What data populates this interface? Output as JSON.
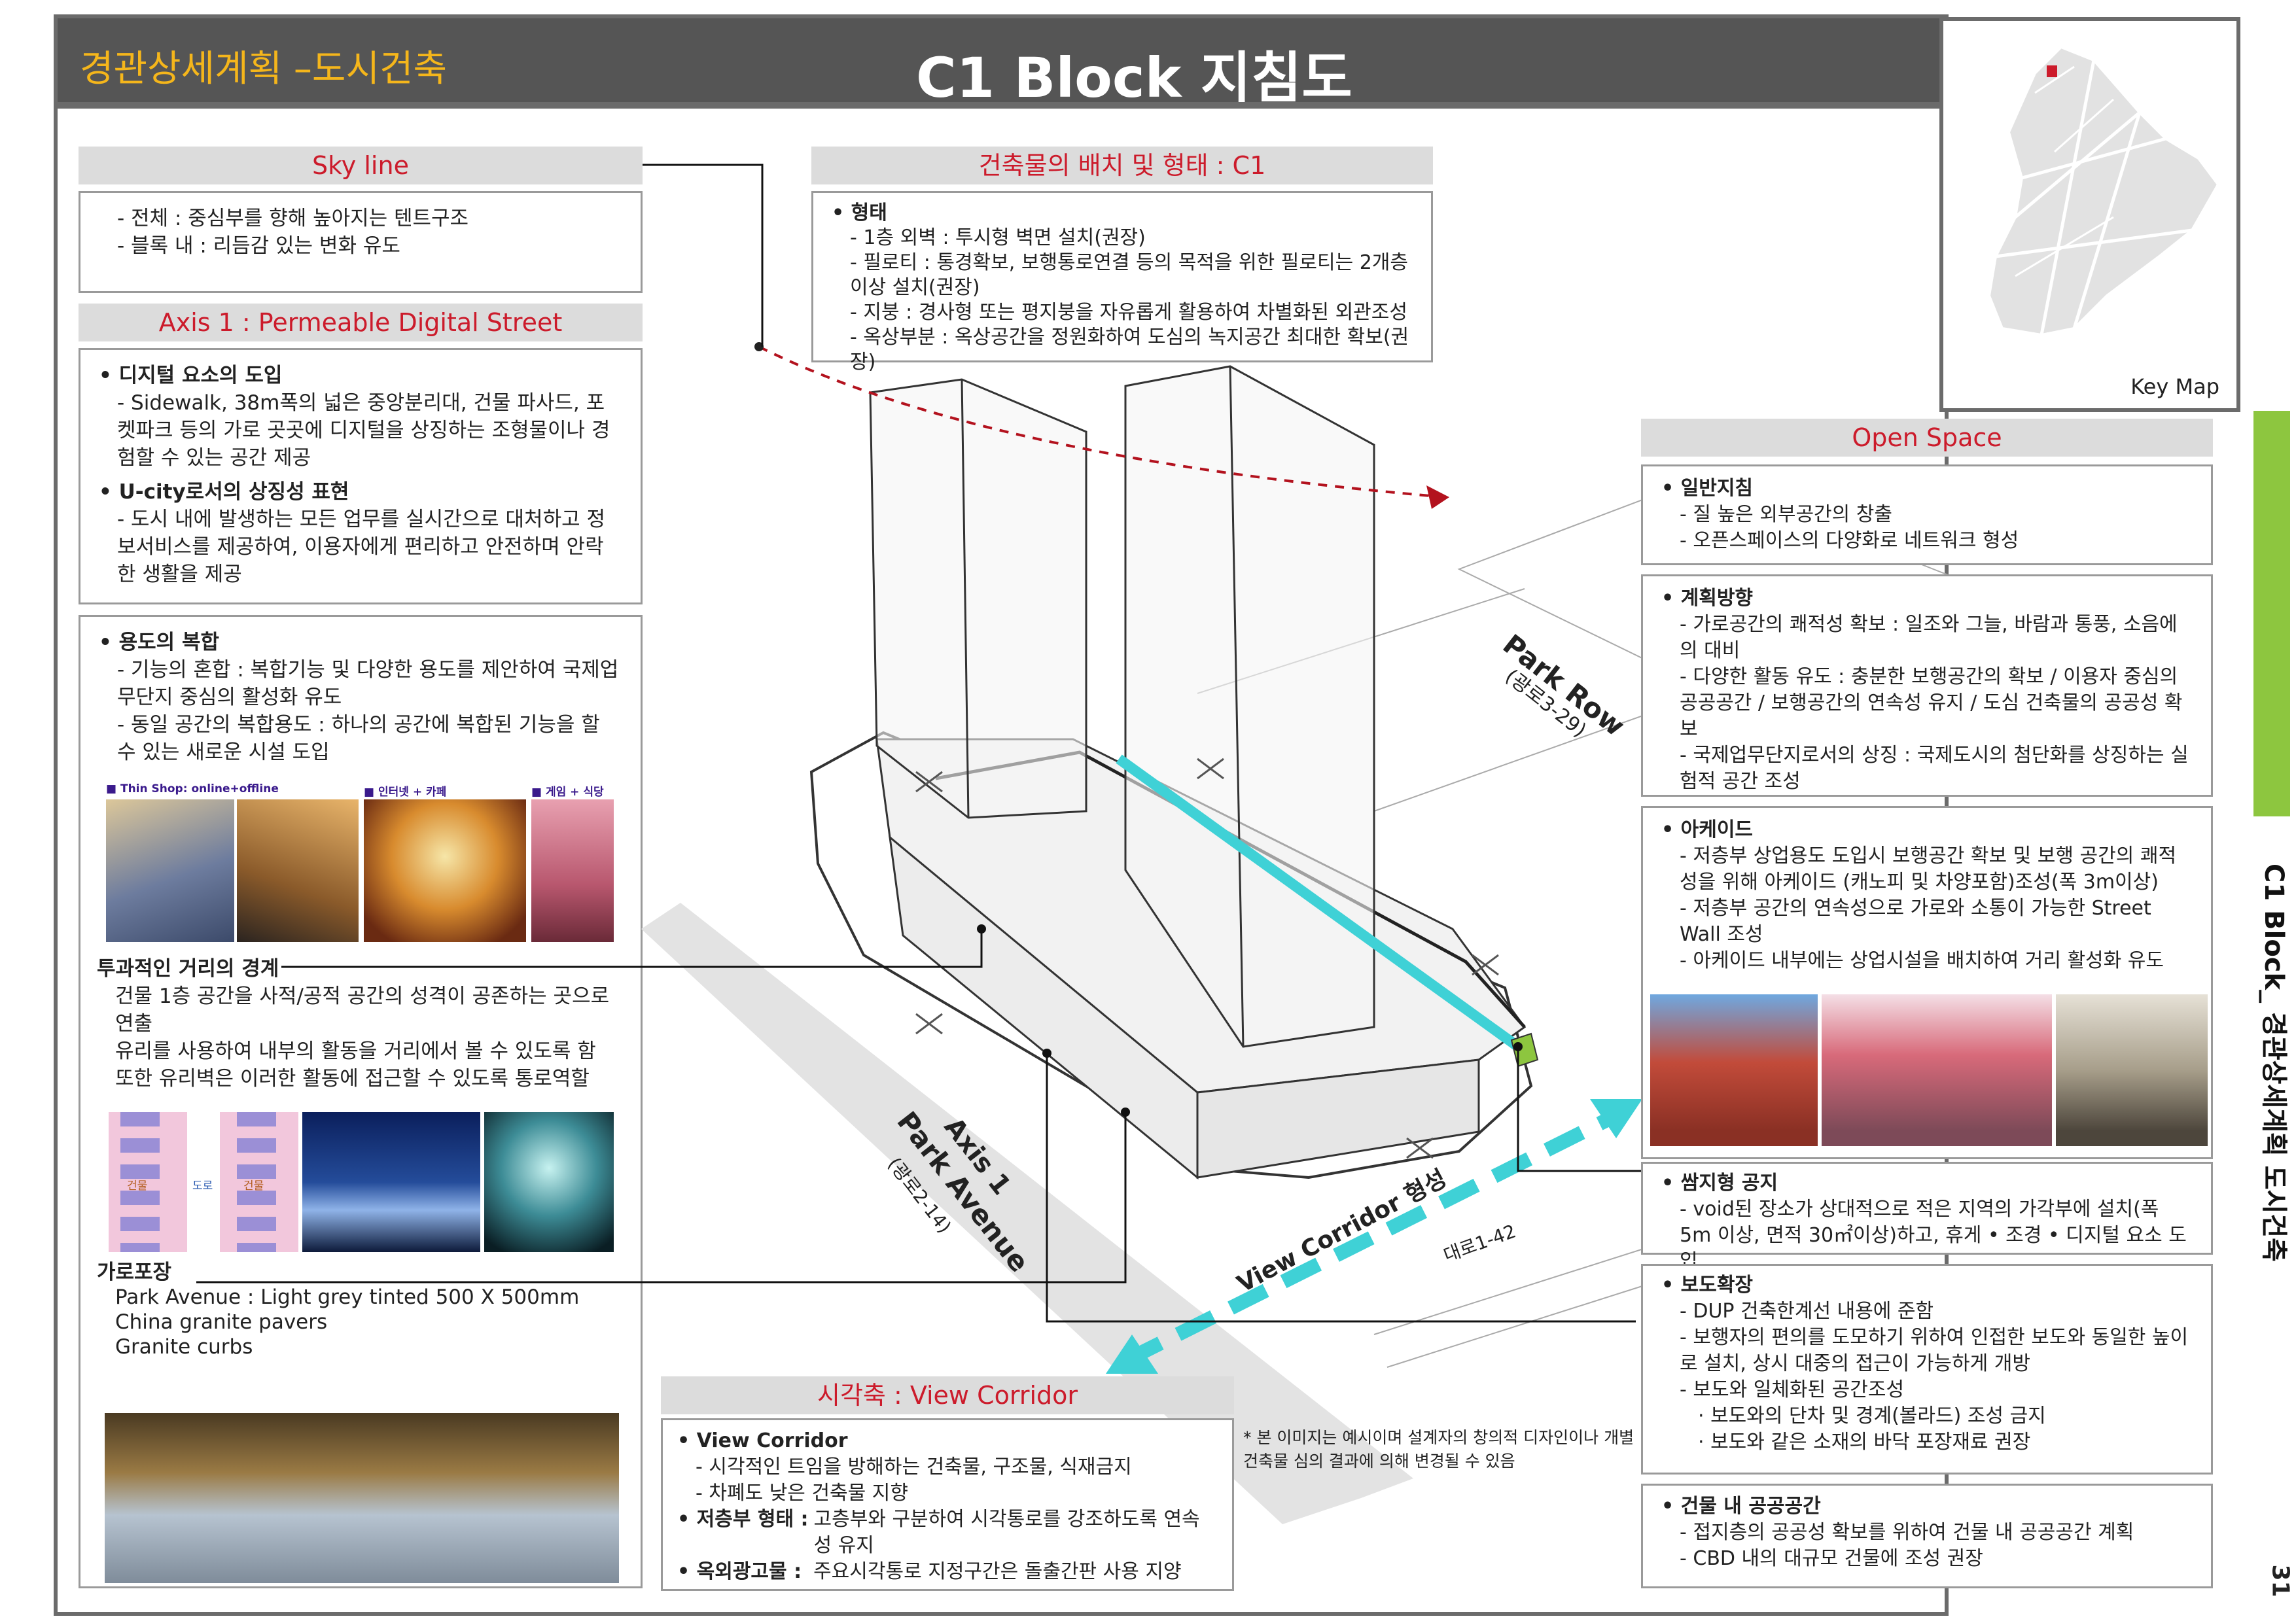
{
  "header": {
    "section": "경관상세계획 –도시건축",
    "title": "C1 Block 지침도"
  },
  "keymap": {
    "label": "Key Map"
  },
  "side": {
    "label": "C1 Block_ 경관상세계획 도시건축",
    "page": "31"
  },
  "skyline": {
    "title": "Sky line",
    "items": [
      "전체 : 중심부를 향해 높아지는 텐트구조",
      "블록 내 : 리듬감 있는 변화 유도"
    ]
  },
  "axis1": {
    "title": "Axis 1 : Permeable Digital Street",
    "h1": "디지털 요소의 도입",
    "b1": "Sidewalk, 38m폭의 넓은 중앙분리대, 건물 파사드, 포켓파크 등의 가로 곳곳에 디지털을 상징하는 조형물이나 경험할 수 있는 공간 제공",
    "h2": "U-city로서의 상징성 표현",
    "b2": "도시 내에 발생하는 모든 업무를 실시간으로 대처하고 정보서비스를 제공하여, 이용자에게  편리하고 안전하며 안락한 생활을 제공"
  },
  "mixed": {
    "h1": "용도의 복합",
    "b1": "기능의 혼합 : 복합기능 및 다양한 용도를 제안하여 국제업무단지 중심의 활성화 유도",
    "b2": "동일 공간의 복합용도 : 하나의 공간에 복합된 기능을 할 수 있는 새로운 시설 도입",
    "tags": [
      "■ Thin Shop: online+offline",
      "■ 인터넷 + 카페",
      "■ 게임 + 식당"
    ],
    "h2": "투과적인 거리의 경계",
    "b3": "건물 1층 공간을 사적/공적 공간의 성격이 공존하는 곳으로 연출",
    "b4": "유리를 사용하여 내부의 활동을 거리에서 볼 수 있도록 함",
    "b5": "또한 유리벽은 이러한 활동에 접근할 수 있도록 통로역할",
    "diag": [
      "건물",
      "도로",
      "건물"
    ],
    "h3": "가로포장",
    "b6": "Park Avenue : Light grey tinted 500 X 500mm China granite pavers",
    "b7": "Granite curbs"
  },
  "building": {
    "title": "건축물의 배치 및 형태 : C1",
    "h1": "형태",
    "items": [
      "1층 외벽 : 투시형 벽면 설치(권장)",
      "필로티 : 통경확보, 보행통로연결 등의 목적을 위한 필로티는 2개층 이상 설치(권장)",
      "지붕 : 경사형 또는 평지붕을 자유롭게 활용하여 차별화된 외관조성",
      "옥상부분 : 옥상공간을 정원화하여 도심의 녹지공간 최대한 확보(권장)"
    ]
  },
  "map": {
    "park_row": "Park Row",
    "park_row_sub": "(광로3-29)",
    "axis": "Axis 1",
    "park_ave": "Park Avenue",
    "park_ave_sub": "(광로2-14)",
    "corridor": "View Corridor 형성",
    "daero": "대로1-42"
  },
  "view": {
    "title": "시각축 : View Corridor",
    "h1": "View Corridor",
    "b1": "시각적인 트임을 방해하는 건축물, 구조물, 식재금지",
    "b2": "차폐도 낮은 건축물 지향",
    "h2": "저층부 형태 :",
    "b3": "고층부와 구분하여 시각통로를 강조하도록 연속성 유지",
    "h3": "옥외광고물 :",
    "b4": "주요시각통로 지정구간은 돌출간판 사용 지양"
  },
  "note": "* 본 이미지는 예시이며 설계자의 창의적 디자인이나 개별 건축물 심의 결과에 의해 변경될 수 있음",
  "open": {
    "title": "Open Space",
    "g_h": "일반지침",
    "g1": "질 높은 외부공간의 창출",
    "g2": "오픈스페이스의 다양화로 네트워크 형성",
    "p_h": "계획방향",
    "p1": "가로공간의 쾌적성 확보 : 일조와 그늘, 바람과 통풍, 소음에의 대비",
    "p2": "다양한 활동 유도 : 충분한 보행공간의 확보 / 이용자 중심의 공공공간 / 보행공간의 연속성 유지 / 도심 건축물의 공공성 확보",
    "p3": "국제업무단지로서의 상징 : 국제도시의 첨단화를 상징하는 실험적 공간 조성",
    "a_h": "아케이드",
    "a1": "저층부 상업용도 도입시 보행공간 확보 및 보행 공간의 쾌적성을 위해 아케이드 (캐노피 및 차양포함)조성(폭 3m이상)",
    "a2": "저층부 공간의 연속성으로 가로와 소통이 가능한 Street Wall 조성",
    "a3": "아케이드 내부에는 상업시설을 배치하여 거리 활성화 유도",
    "pk_h": "쌈지형 공지",
    "pk1": "void된 장소가 상대적으로 적은 지역의 가각부에 설치(폭 5m 이상, 면적 30㎡이상)하고, 휴게 • 조경 • 디지털 요소 도입",
    "sw_h": "보도확장",
    "sw1": "DUP 건축한계선 내용에 준함",
    "sw2": "보행자의 편의를 도모하기 위하여 인접한 보도와 동일한 높이로 설치, 상시 대중의 접근이 가능하게 개방",
    "sw3": "보도와 일체화된 공간조성",
    "sw4": "보도와의 단차 및 경계(볼라드) 조성 금지",
    "sw5": "보도와 같은 소재의 바닥 포장재료 권장",
    "in_h": "건물 내 공공공간",
    "in1": "접지층의 공공성 확보를 위하여 건물 내 공공공간 계획",
    "in2": "CBD 내의 대규모 건물에 조성 권장"
  },
  "colors": {
    "accent": "#f5b61b",
    "red": "#cc1b2b",
    "cyan": "#3fd1d6",
    "green": "#8dc63f"
  }
}
